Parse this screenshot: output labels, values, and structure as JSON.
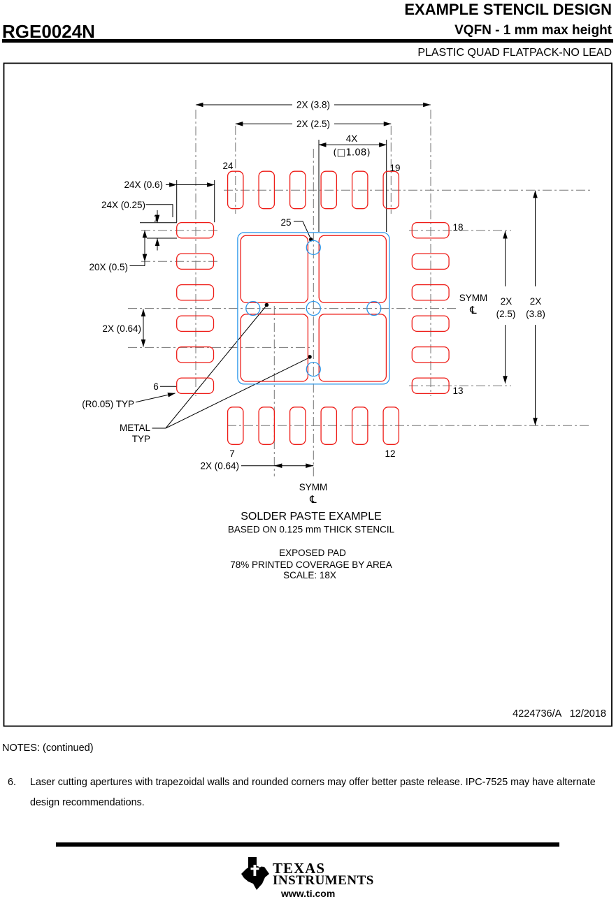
{
  "header": {
    "title": "EXAMPLE STENCIL DESIGN",
    "part_number": "RGE0024N",
    "subtitle": "VQFN - 1 mm max height",
    "package_type": "PLASTIC QUAD FLATPACK-NO LEAD"
  },
  "drawing": {
    "dims": {
      "top_outer": "2X (3.8)",
      "top_inner": "2X (2.5)",
      "quad_count": "4X",
      "quad_size": "(□1.08)",
      "pad_length": "24X (0.6)",
      "pad_width": "24X (0.25)",
      "pitch": "20X (0.5)",
      "quad_offset_left": "2X (0.64)",
      "quad_offset_bottom": "2X (0.64)",
      "right_inner_l1": "2X",
      "right_inner_l2": "(2.5)",
      "right_outer_l1": "2X",
      "right_outer_l2": "(3.8)"
    },
    "pins": {
      "p1": "1",
      "p6": "6",
      "p7": "7",
      "p12": "12",
      "p13": "13",
      "p18": "18",
      "p19": "19",
      "p24": "24",
      "p25": "25"
    },
    "labels": {
      "symm": "SYMM",
      "centerline": "℄",
      "radius_typ": "(R0.05) TYP",
      "metal_l1": "METAL",
      "metal_l2": "TYP"
    },
    "caption": {
      "title": "SOLDER PASTE EXAMPLE",
      "stencil": "BASED ON 0.125 mm THICK STENCIL",
      "pad": "EXPOSED PAD",
      "coverage": "78% PRINTED COVERAGE BY AREA",
      "scale": "SCALE: 18X"
    },
    "doc_number": "4224736/A   12/2018"
  },
  "notes": {
    "heading": "NOTES: (continued)",
    "number": "6.",
    "line1": "Laser cutting apertures with trapezoidal walls and rounded corners may offer better paste release. IPC-7525 may have alternate",
    "line2": "design recommendations."
  },
  "footer": {
    "brand_top": "TEXAS",
    "brand_bottom": "INSTRUMENTS",
    "url": "www.ti.com"
  },
  "colors": {
    "pad_red": "#ee1c17",
    "outline_blue": "#2b97ea",
    "centerline_gray": "#767676"
  }
}
